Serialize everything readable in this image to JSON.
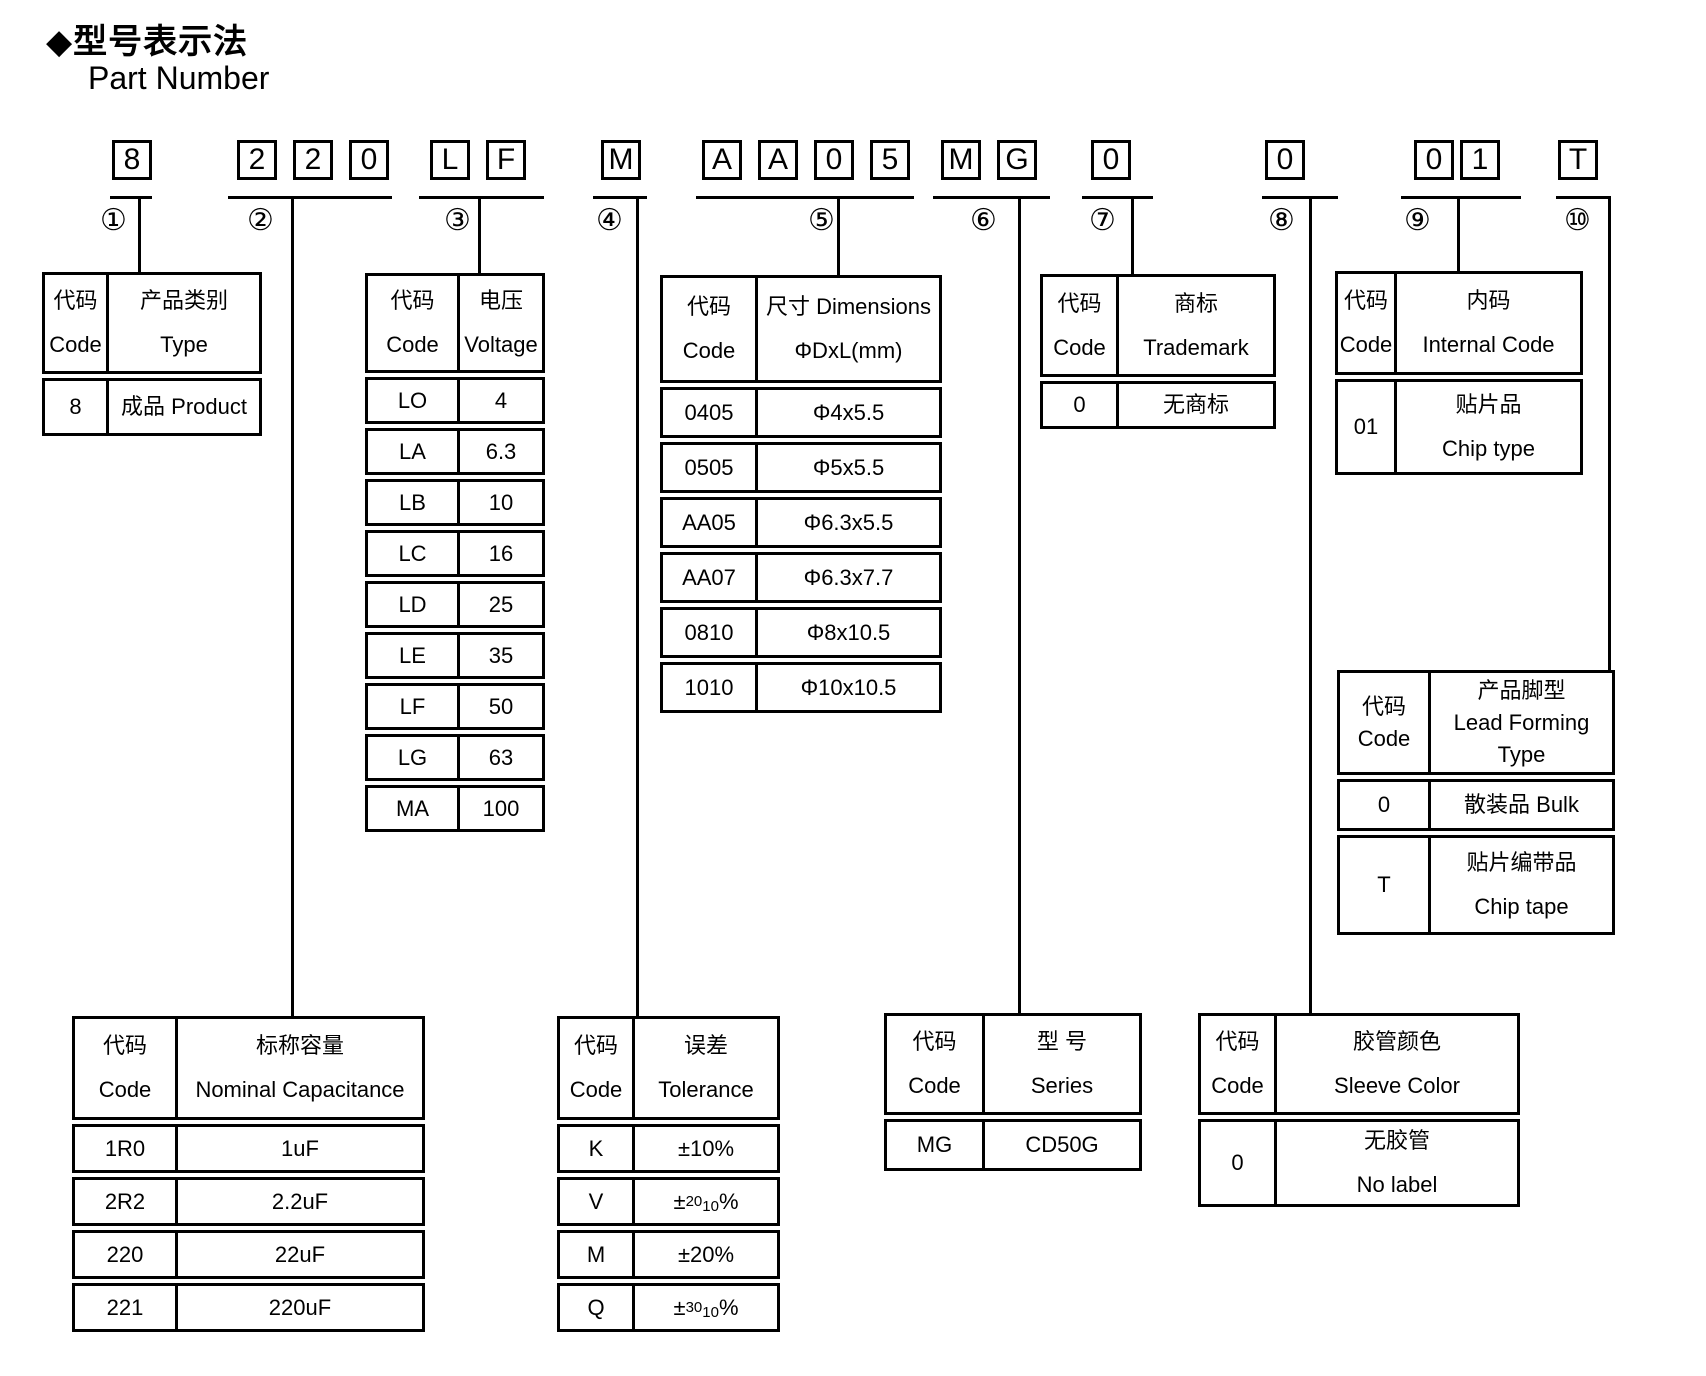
{
  "title": {
    "cn": "◆型号表示法",
    "en": "Part Number"
  },
  "part_number_groups": [
    {
      "circle": "①",
      "chars": [
        "8"
      ]
    },
    {
      "circle": "②",
      "chars": [
        "2",
        "2",
        "0"
      ]
    },
    {
      "circle": "③",
      "chars": [
        "L",
        "F"
      ]
    },
    {
      "circle": "④",
      "chars": [
        "M"
      ]
    },
    {
      "circle": "⑤",
      "chars": [
        "A",
        "A",
        "0",
        "5"
      ]
    },
    {
      "circle": "⑥",
      "chars": [
        "M",
        "G"
      ]
    },
    {
      "circle": "⑦",
      "chars": [
        "0"
      ]
    },
    {
      "circle": "⑧",
      "chars": [
        "0"
      ]
    },
    {
      "circle": "⑨",
      "chars": [
        "0",
        "1"
      ]
    },
    {
      "circle": "⑩",
      "chars": [
        "T"
      ]
    }
  ],
  "tables": {
    "type": {
      "headers": [
        "代码\nCode",
        "产品类别\nType"
      ],
      "rows": [
        [
          "8",
          "成品 Product"
        ]
      ]
    },
    "voltage": {
      "headers": [
        "代码\nCode",
        "电压\nVoltage"
      ],
      "rows": [
        [
          "LO",
          "4"
        ],
        [
          "LA",
          "6.3"
        ],
        [
          "LB",
          "10"
        ],
        [
          "LC",
          "16"
        ],
        [
          "LD",
          "25"
        ],
        [
          "LE",
          "35"
        ],
        [
          "LF",
          "50"
        ],
        [
          "LG",
          "63"
        ],
        [
          "MA",
          "100"
        ]
      ]
    },
    "dimensions": {
      "headers": [
        "代码\nCode",
        "尺寸 Dimensions\nΦDxL(mm)"
      ],
      "rows": [
        [
          "0405",
          "Φ4x5.5"
        ],
        [
          "0505",
          "Φ5x5.5"
        ],
        [
          "AA05",
          "Φ6.3x5.5"
        ],
        [
          "AA07",
          "Φ6.3x7.7"
        ],
        [
          "0810",
          "Φ8x10.5"
        ],
        [
          "1010",
          "Φ10x10.5"
        ]
      ]
    },
    "trademark": {
      "headers": [
        "代码\nCode",
        "商标\nTrademark"
      ],
      "rows": [
        [
          "0",
          "无商标"
        ]
      ]
    },
    "internal_code": {
      "headers": [
        "代码\nCode",
        "内码\nInternal Code"
      ],
      "rows": [
        [
          "01",
          "贴片品\nChip type"
        ]
      ]
    },
    "lead_forming": {
      "headers": [
        "代码\nCode",
        "产品脚型\nLead Forming\nType"
      ],
      "rows": [
        [
          "0",
          "散装品 Bulk"
        ],
        [
          "T",
          "贴片编带品\nChip tape"
        ]
      ]
    },
    "capacitance": {
      "headers": [
        "代码\nCode",
        "标称容量\nNominal Capacitance"
      ],
      "rows": [
        [
          "1R0",
          "1uF"
        ],
        [
          "2R2",
          "2.2uF"
        ],
        [
          "220",
          "22uF"
        ],
        [
          "221",
          "220uF"
        ]
      ]
    },
    "tolerance": {
      "headers": [
        "代码\nCode",
        "误差\nTolerance"
      ],
      "rows": [
        [
          "K",
          "±10%"
        ],
        [
          "V",
          {
            "pm": "±",
            "sup": "20",
            "sub": "10",
            "suffix": "%"
          }
        ],
        [
          "M",
          "±20%"
        ],
        [
          "Q",
          {
            "pm": "±",
            "sup": "30",
            "sub": "10",
            "suffix": "%"
          }
        ]
      ]
    },
    "series": {
      "headers": [
        "代码\nCode",
        "型 号\nSeries"
      ],
      "rows": [
        [
          "MG",
          "CD50G"
        ]
      ]
    },
    "sleeve": {
      "headers": [
        "代码\nCode",
        "胶管颜色\nSleeve Color"
      ],
      "rows": [
        [
          "0",
          "无胶管\nNo label"
        ]
      ]
    }
  }
}
